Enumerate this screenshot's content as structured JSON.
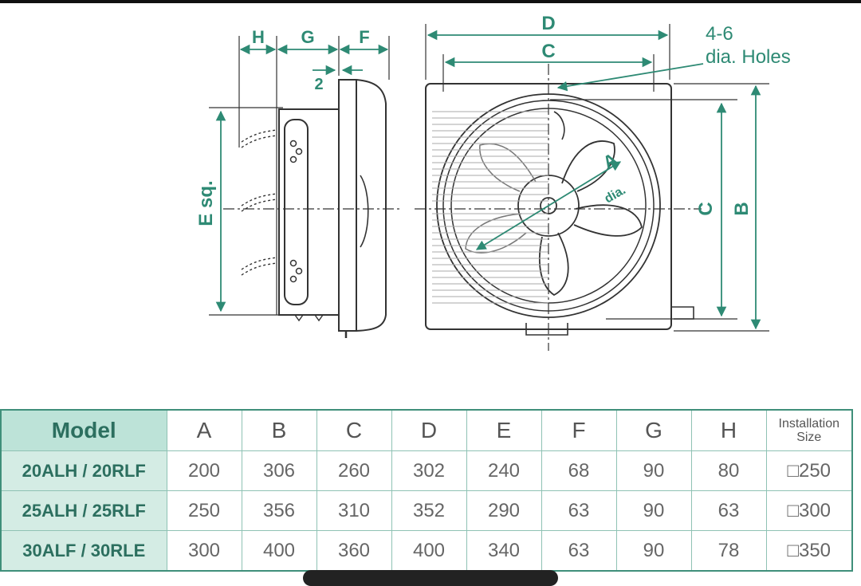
{
  "diagram": {
    "side_labels": {
      "h": "H",
      "g": "G",
      "f": "F",
      "gap": "2",
      "e": "E sq."
    },
    "front_labels": {
      "d": "D",
      "c_top": "C",
      "a": "A",
      "a_dia": "dia.",
      "c_side": "C",
      "b": "B"
    },
    "holes_note": {
      "line1": "4-6",
      "line2": "dia. Holes"
    }
  },
  "table": {
    "headers": [
      "Model",
      "A",
      "B",
      "C",
      "D",
      "E",
      "F",
      "G",
      "H"
    ],
    "install_header": {
      "line1": "Installation",
      "line2": "Size"
    },
    "rows": [
      {
        "model": "20ALH / 20RLF",
        "values": [
          "200",
          "306",
          "260",
          "302",
          "240",
          "68",
          "90",
          "80"
        ],
        "install": "□250"
      },
      {
        "model": "25ALH / 25RLF",
        "values": [
          "250",
          "356",
          "310",
          "352",
          "290",
          "63",
          "90",
          "63"
        ],
        "install": "□300"
      },
      {
        "model": "30ALF / 30RLE",
        "values": [
          "300",
          "400",
          "360",
          "400",
          "340",
          "63",
          "90",
          "78"
        ],
        "install": "□350"
      }
    ]
  },
  "colors": {
    "accent": "#2e8a74",
    "header_fill": "#bde3d8",
    "model_fill": "#d4ece4"
  }
}
